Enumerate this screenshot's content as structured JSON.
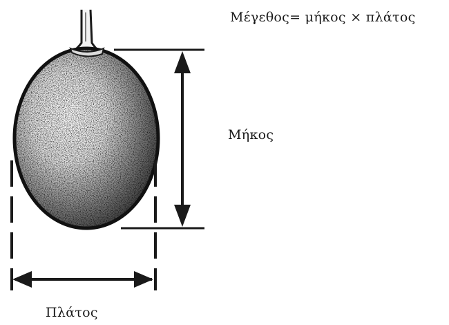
{
  "diagram": {
    "formula": "Μέγεθος= μήκος × πλάτος",
    "length_label": "Μήκος",
    "width_label": "Πλάτος"
  },
  "colors": {
    "ink": "#1a1a1a",
    "background": "#ffffff"
  }
}
